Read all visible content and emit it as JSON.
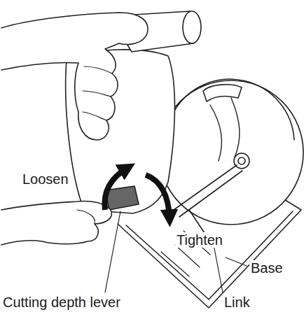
{
  "diagram": {
    "labels": [
      "Loosen",
      "Tighten",
      "Base",
      "Cutting depth lever",
      "Link"
    ]
  }
}
